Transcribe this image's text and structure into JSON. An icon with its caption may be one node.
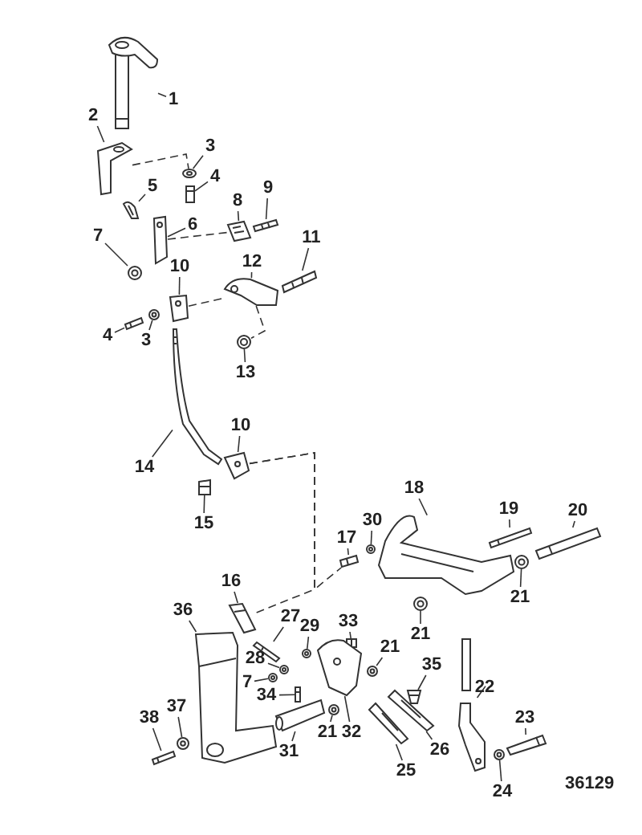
{
  "diagram": {
    "nodes": [
      {
        "text": [
          "1"
        ]
      },
      {
        "text": [
          "2"
        ]
      },
      {
        "text": [
          "3"
        ]
      },
      {
        "text": [
          "4"
        ]
      },
      {
        "text": [
          "5"
        ]
      },
      {
        "text": [
          "6"
        ]
      },
      {
        "text": [
          "7"
        ]
      },
      {
        "text": [
          "8"
        ]
      },
      {
        "text": [
          "9"
        ]
      },
      {
        "text": [
          "10"
        ]
      },
      {
        "text": [
          "11"
        ]
      },
      {
        "text": [
          "12"
        ]
      },
      {
        "text": [
          "13"
        ]
      },
      {
        "text": [
          "4"
        ]
      },
      {
        "text": [
          "3"
        ]
      },
      {
        "text": [
          "14"
        ]
      },
      {
        "text": [
          "10"
        ]
      },
      {
        "text": [
          "15"
        ]
      },
      {
        "text": [
          "17"
        ]
      },
      {
        "text": [
          "30"
        ]
      },
      {
        "text": [
          "18"
        ]
      },
      {
        "text": [
          "19"
        ]
      },
      {
        "text": [
          "20"
        ]
      },
      {
        "text": [
          "21"
        ]
      },
      {
        "text": [
          "21"
        ]
      },
      {
        "text": [
          "16"
        ]
      },
      {
        "text": [
          "36"
        ]
      },
      {
        "text": [
          "27"
        ]
      },
      {
        "text": [
          "29"
        ]
      },
      {
        "text": [
          "33"
        ]
      },
      {
        "text": [
          "28"
        ]
      },
      {
        "text": [
          "7"
        ]
      },
      {
        "text": [
          "34"
        ]
      },
      {
        "text": [
          "21"
        ]
      },
      {
        "text": [
          "35"
        ]
      },
      {
        "text": [
          "22"
        ]
      },
      {
        "text": [
          "23"
        ]
      },
      {
        "text": [
          "37"
        ]
      },
      {
        "text": [
          "38"
        ]
      },
      {
        "text": [
          "31"
        ]
      },
      {
        "text": [
          "32"
        ]
      },
      {
        "text": [
          "21"
        ]
      },
      {
        "text": [
          "26"
        ]
      },
      {
        "text": [
          "25"
        ]
      },
      {
        "text": [
          "24"
        ]
      },
      {
        "text": [],
        "shape": "picture"
      },
      {
        "text": [],
        "shape": "picture"
      },
      {
        "text": [],
        "shape": "picture"
      },
      {
        "text": [],
        "shape": "picture"
      },
      {
        "text": [],
        "shape": "picture"
      },
      {
        "text": [],
        "shape": "picture"
      },
      {
        "text": [],
        "shape": "picture"
      },
      {
        "text": [],
        "shape": "picture"
      },
      {
        "text": [],
        "shape": "picture"
      },
      {
        "text": [],
        "shape": "picture"
      },
      {
        "text": [],
        "shape": "picture"
      },
      {
        "text": [],
        "shape": "picture"
      },
      {
        "text": [],
        "shape": "picture"
      },
      {
        "text": [],
        "shape": "picture"
      },
      {
        "text": [],
        "shape": "picture"
      },
      {
        "text": [],
        "shape": "picture"
      },
      {
        "text": [],
        "shape": "picture"
      },
      {
        "text": [],
        "shape": "picture"
      },
      {
        "text": [],
        "shape": "picture"
      },
      {
        "text": [],
        "shape": "picture"
      },
      {
        "text": [],
        "shape": "picture"
      },
      {
        "text": [],
        "shape": "picture"
      },
      {
        "text": [],
        "shape": "picture"
      },
      {
        "text": [],
        "shape": "picture"
      },
      {
        "text": [],
        "shape": "picture"
      },
      {
        "text": [],
        "shape": "picture"
      },
      {
        "text": [],
        "shape": "picture"
      },
      {
        "text": [],
        "shape": "picture"
      },
      {
        "text": [],
        "shape": "picture"
      },
      {
        "text": [],
        "shape": "picture"
      },
      {
        "text": [],
        "shape": "picture"
      },
      {
        "text": [],
        "shape": "picture"
      },
      {
        "text": [],
        "shape": "picture"
      },
      {
        "text": [],
        "shape": "picture"
      },
      {
        "text": [],
        "shape": "picture"
      },
      {
        "text": [],
        "shape": "picture"
      },
      {
        "text": [],
        "shape": "picture"
      },
      {
        "text": [],
        "shape": "picture"
      },
      {
        "text": [],
        "shape": "picture"
      },
      {
        "text": [],
        "shape": "picture"
      },
      {
        "text": [],
        "shape": "picture"
      },
      {
        "text": [],
        "shape": "picture"
      },
      {
        "text": [],
        "shape": "picture"
      },
      {
        "text": [],
        "shape": "picture"
      },
      {
        "text": [],
        "shape": "picture"
      }
    ],
    "edges": [
      {
        "from": 0,
        "to": 45,
        "arrow": "none"
      },
      {
        "from": 1,
        "to": 46,
        "arrow": "none"
      },
      {
        "from": 2,
        "to": 47,
        "arrow": "none"
      },
      {
        "from": 3,
        "to": 48,
        "arrow": "none"
      },
      {
        "from": 4,
        "to": 49,
        "arrow": "none"
      },
      {
        "from": 5,
        "to": 50,
        "arrow": "none"
      },
      {
        "from": 6,
        "to": 51,
        "arrow": "none"
      },
      {
        "from": 7,
        "to": 52,
        "arrow": "none"
      },
      {
        "from": 8,
        "to": 53,
        "arrow": "none"
      },
      {
        "from": 9,
        "to": 54,
        "arrow": "none"
      },
      {
        "from": 10,
        "to": 55,
        "arrow": "none"
      },
      {
        "from": 11,
        "to": 56,
        "arrow": "none"
      },
      {
        "from": 12,
        "to": 57,
        "arrow": "none"
      },
      {
        "from": 13,
        "to": 58,
        "arrow": "none"
      },
      {
        "from": 14,
        "to": 59,
        "arrow": "none"
      },
      {
        "from": 15,
        "to": 60,
        "arrow": "none"
      },
      {
        "from": 16,
        "to": 61,
        "arrow": "none"
      },
      {
        "from": 17,
        "to": 62,
        "arrow": "none"
      },
      {
        "from": 18,
        "to": 63,
        "arrow": "none"
      },
      {
        "from": 19,
        "to": 64,
        "arrow": "none"
      },
      {
        "from": 20,
        "to": 65,
        "arrow": "none"
      },
      {
        "from": 21,
        "to": 66,
        "arrow": "none"
      },
      {
        "from": 22,
        "to": 67,
        "arrow": "none"
      },
      {
        "from": 23,
        "to": 68,
        "arrow": "none"
      },
      {
        "from": 24,
        "to": 69,
        "arrow": "none"
      },
      {
        "from": 25,
        "to": 70,
        "arrow": "none"
      },
      {
        "from": 26,
        "to": 71,
        "arrow": "none"
      },
      {
        "from": 27,
        "to": 72,
        "arrow": "none"
      },
      {
        "from": 28,
        "to": 73,
        "arrow": "none"
      },
      {
        "from": 29,
        "to": 74,
        "arrow": "none"
      },
      {
        "from": 30,
        "to": 75,
        "arrow": "none"
      },
      {
        "from": 31,
        "to": 76,
        "arrow": "none"
      },
      {
        "from": 32,
        "to": 77,
        "arrow": "none"
      },
      {
        "from": 33,
        "to": 78,
        "arrow": "none"
      },
      {
        "from": 34,
        "to": 79,
        "arrow": "none"
      },
      {
        "from": 35,
        "to": 80,
        "arrow": "none"
      },
      {
        "from": 36,
        "to": 81,
        "arrow": "none"
      },
      {
        "from": 37,
        "to": 82,
        "arrow": "none"
      },
      {
        "from": 38,
        "to": 83,
        "arrow": "none"
      },
      {
        "from": 39,
        "to": 84,
        "arrow": "none"
      },
      {
        "from": 40,
        "to": 85,
        "arrow": "none"
      },
      {
        "from": 41,
        "to": 86,
        "arrow": "none"
      },
      {
        "from": 42,
        "to": 87,
        "arrow": "none"
      },
      {
        "from": 43,
        "to": 88,
        "arrow": "none"
      },
      {
        "from": 44,
        "to": 89,
        "arrow": "none"
      },
      {
        "from": 46,
        "to": 47,
        "arrow": "none",
        "style": "dashed"
      },
      {
        "from": 50,
        "to": 52,
        "arrow": "none",
        "style": "dashed"
      },
      {
        "from": 54,
        "to": 56,
        "arrow": "none",
        "style": "dashed"
      },
      {
        "from": 56,
        "to": 57,
        "arrow": "none",
        "style": "dashed"
      },
      {
        "from": 61,
        "to": 70,
        "arrow": "none",
        "style": "dashed"
      },
      {
        "from": 61,
        "to": 63,
        "arrow": "none",
        "style": "dashed"
      }
    ],
    "labels": [
      "36129"
    ]
  }
}
